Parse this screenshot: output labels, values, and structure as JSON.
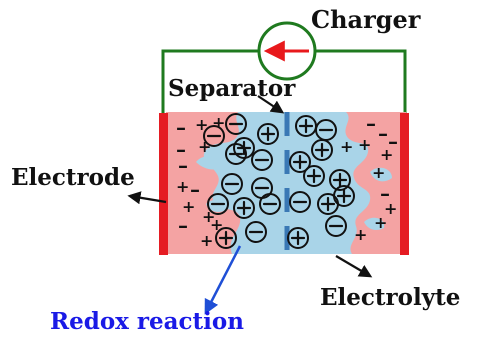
{
  "labels": {
    "charger": "Charger",
    "separator": "Separator",
    "electrode": "Electrode",
    "electrolyte": "Electrolyte",
    "redox": "Redox reaction"
  },
  "colors": {
    "wire": "#1f7a1f",
    "charger_arrow": "#e8191c",
    "electrode_bar": "#e51c23",
    "electrode_fill": "#f4a3a3",
    "electrolyte": "#a9d4e8",
    "separator": "#3a78b5",
    "redox_label": "#1a1ae6",
    "redox_arrow": "#1f4fd6"
  }
}
